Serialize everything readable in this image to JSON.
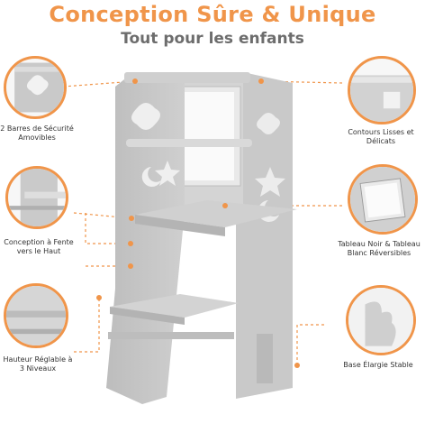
{
  "header": {
    "title": "Conception Sûre & Unique",
    "subtitle": "Tout pour les enfants"
  },
  "features": {
    "barres": {
      "line1": "2 Barres de Sécurité",
      "line2": "Amovibles"
    },
    "contours": {
      "line1": "Contours Lisses et",
      "line2": "Délicats"
    },
    "fente": {
      "line1": "Conception à Fente",
      "line2": "vers le Haut"
    },
    "tableau": {
      "line1": "Tableau Noir & Tableau",
      "line2": "Blanc Réversibles"
    },
    "hauteur": {
      "line1": "Hauteur Réglable à",
      "line2": "3 Niveaux"
    },
    "base": {
      "line1": "Base Élargie Stable"
    }
  },
  "colors": {
    "accent": "#f0954a",
    "wood": "#c7c7c7",
    "wood_dark": "#a9a9a9",
    "subtitle": "#6d6d6d"
  }
}
